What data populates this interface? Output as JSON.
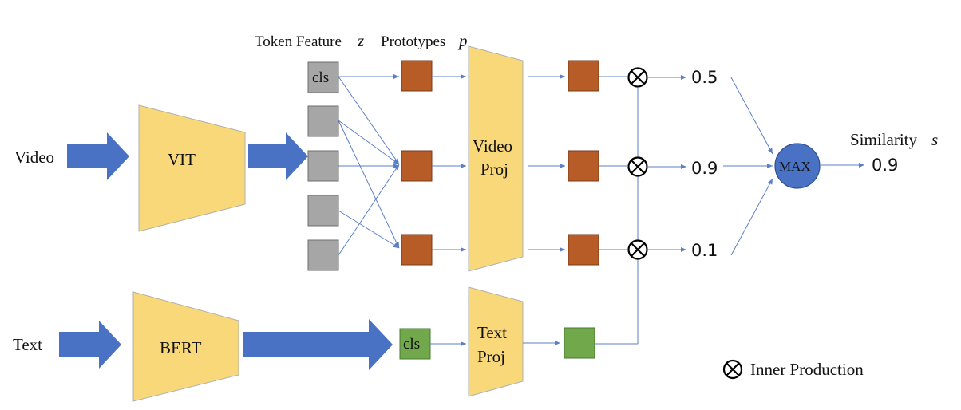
{
  "labels": {
    "token_feature": "Token Feature",
    "token_var": "z",
    "prototypes": "Prototypes",
    "proto_var": "p",
    "video": "Video",
    "text": "Text",
    "vit": "VIT",
    "bert": "BERT",
    "video_proj_1": "Video",
    "video_proj_2": "Proj",
    "text_proj_1": "Text",
    "text_proj_2": "Proj",
    "cls_video": "cls",
    "cls_text": "cls",
    "max": "MAX",
    "similarity": "Similarity",
    "similarity_var": "s",
    "legend": "Inner Production"
  },
  "scores": [
    "0.5",
    "0.9",
    "0.1"
  ],
  "result": "0.9",
  "colors": {
    "encoder_fill": "#F9D87A",
    "token_gray": "#A6A6A6",
    "prototype": "#B85C27",
    "text_green": "#71A84C",
    "arrow_blue": "#4A72C4",
    "line_blue": "#5B7FC7",
    "max_circle": "#4A72C4"
  },
  "icons": {
    "inner_product": "circle-times-icon"
  }
}
